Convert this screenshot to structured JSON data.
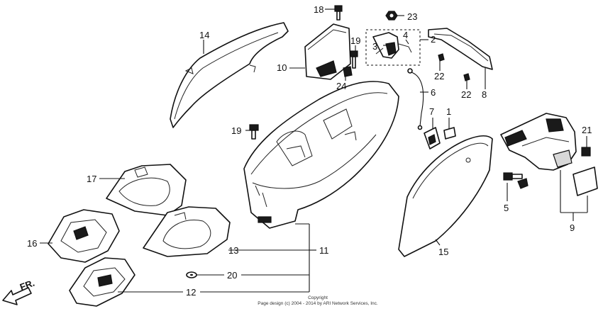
{
  "callouts": {
    "c1": "1",
    "c2": "2",
    "c3": "3",
    "c4": "4",
    "c5": "5",
    "c6": "6",
    "c7": "7",
    "c8": "8",
    "c9": "9",
    "c10": "10",
    "c11": "11",
    "c12": "12",
    "c13": "13",
    "c14": "14",
    "c15": "15",
    "c16": "16",
    "c17": "17",
    "c18": "18",
    "c19a": "19",
    "c19b": "19",
    "c20": "20",
    "c21": "21",
    "c22a": "22",
    "c22b": "22",
    "c23": "23",
    "c24": "24"
  },
  "direction_label": "FR.",
  "copyright_line1": "Copyright",
  "copyright_line2": "Page design (c) 2004 - 2014 by ARI Network Services, Inc."
}
